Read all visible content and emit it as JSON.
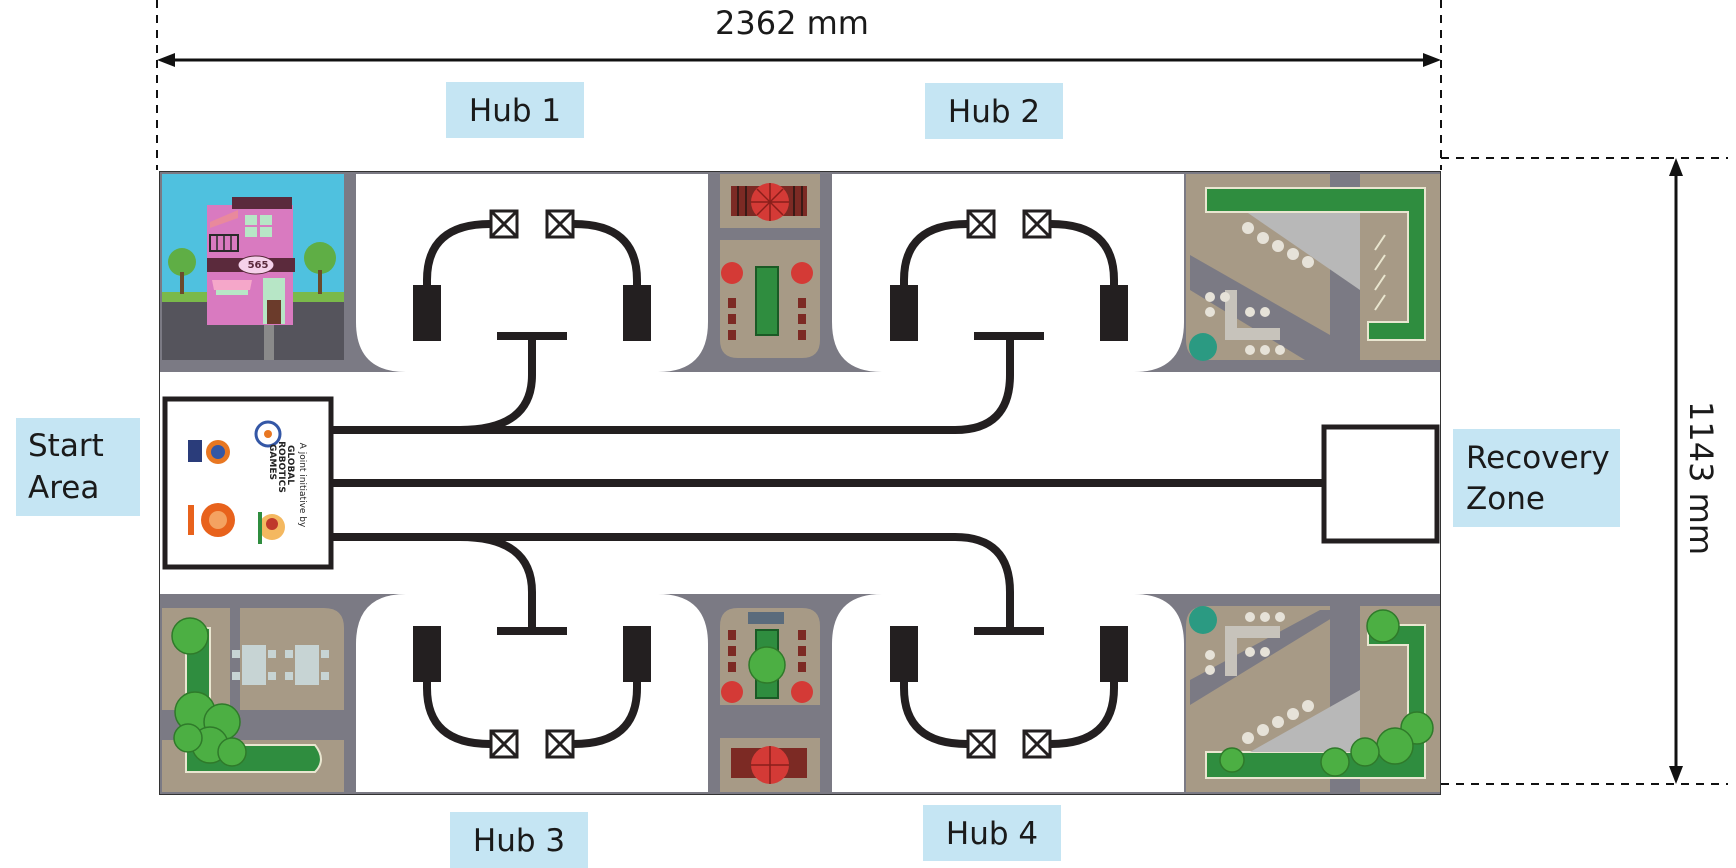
{
  "dimensions": {
    "width_label": "2362 mm",
    "height_label": "1143 mm"
  },
  "hubs": [
    {
      "label": "Hub 1"
    },
    {
      "label": "Hub 2"
    },
    {
      "label": "Hub 3"
    },
    {
      "label": "Hub 4"
    }
  ],
  "start_area": {
    "line1": "Start",
    "line2": "Area"
  },
  "recovery_zone": {
    "line1": "Recovery",
    "line2": "Zone"
  },
  "start_logos": {
    "initiative_text": "A joint initiative by",
    "org_line1": "GLOBAL",
    "org_line2": "ROBOTICS",
    "org_line3": "GAMES"
  },
  "cafe_sign": "565",
  "colors": {
    "label_bg": "#c5e5f3",
    "line": "#231f20",
    "road": "#7a7a85",
    "plaza": "#a79a86",
    "grass": "#2f8d3f",
    "sky": "#4fc1df",
    "building": "#d97ac0"
  }
}
